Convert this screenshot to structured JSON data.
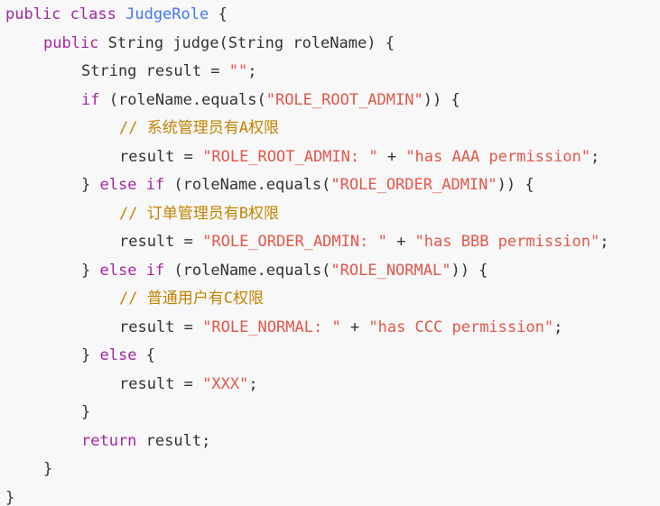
{
  "code": {
    "l1": {
      "kw1": "public",
      "kw2": "class",
      "name": "JudgeRole",
      "rest": " {"
    },
    "l2": {
      "kw": "public",
      "rest": " String judge(String roleName) {"
    },
    "l3": {
      "pre": "String result = ",
      "str": "\"\"",
      "post": ";"
    },
    "l4": {
      "kw": "if",
      "pre": " (roleName.equals(",
      "str": "\"ROLE_ROOT_ADMIN\"",
      "post": ")) {"
    },
    "l5": {
      "comment": "// 系统管理员有A权限"
    },
    "l6": {
      "pre": "result = ",
      "str1": "\"ROLE_ROOT_ADMIN: \"",
      "mid": " + ",
      "str2": "\"has AAA permission\"",
      "post": ";"
    },
    "l7": {
      "pre": "} ",
      "kw1": "else",
      "sp": " ",
      "kw2": "if",
      "mid": " (roleName.equals(",
      "str": "\"ROLE_ORDER_ADMIN\"",
      "post": ")) {"
    },
    "l8": {
      "comment": "// 订单管理员有B权限"
    },
    "l9": {
      "pre": "result = ",
      "str1": "\"ROLE_ORDER_ADMIN: \"",
      "mid": " + ",
      "str2": "\"has BBB permission\"",
      "post": ";"
    },
    "l10": {
      "pre": "} ",
      "kw1": "else",
      "sp": " ",
      "kw2": "if",
      "mid": " (roleName.equals(",
      "str": "\"ROLE_NORMAL\"",
      "post": ")) {"
    },
    "l11": {
      "comment": "// 普通用户有C权限"
    },
    "l12": {
      "pre": "result = ",
      "str1": "\"ROLE_NORMAL: \"",
      "mid": " + ",
      "str2": "\"has CCC permission\"",
      "post": ";"
    },
    "l13": {
      "pre": "} ",
      "kw": "else",
      "post": " {"
    },
    "l14": {
      "pre": "result = ",
      "str": "\"XXX\"",
      "post": ";"
    },
    "l15": {
      "text": "}"
    },
    "l16": {
      "kw": "return",
      "post": " result;"
    },
    "l17": {
      "text": "}"
    },
    "l18": {
      "text": "}"
    }
  },
  "colors": {
    "background": "#f8f8f8",
    "text": "#333333",
    "keyword": "#a626a4",
    "class_name": "#4078f2",
    "string": "#e45649",
    "comment": "#c18401"
  }
}
